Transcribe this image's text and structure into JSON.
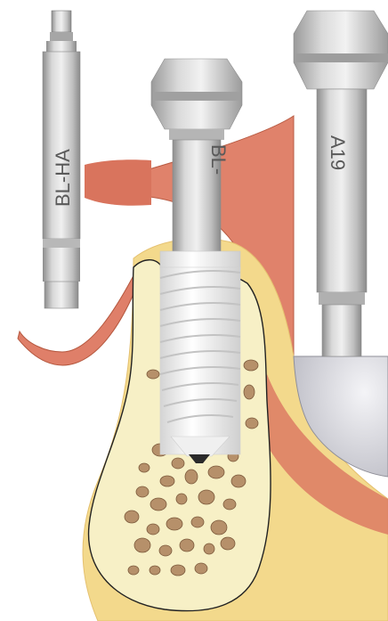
{
  "figure": {
    "labels": {
      "tool_left": "BL-HA",
      "tool_center": "BL-",
      "tool_right": "A19"
    },
    "colors": {
      "background": "#ffffff",
      "gum": "#e0806a",
      "gum_dark": "#c2624c",
      "bone": "#f6efc4",
      "bone_edge": "#2a2a2a",
      "bone_yellow": "#f1d98a",
      "cavity": "#b6906a",
      "metal_light": "#e6e6e6",
      "metal_mid": "#bdbdbd",
      "metal_dark": "#8a8a8a",
      "implant_white": "#f7f7f7",
      "sinus_grey": "#c7c7cf"
    }
  }
}
